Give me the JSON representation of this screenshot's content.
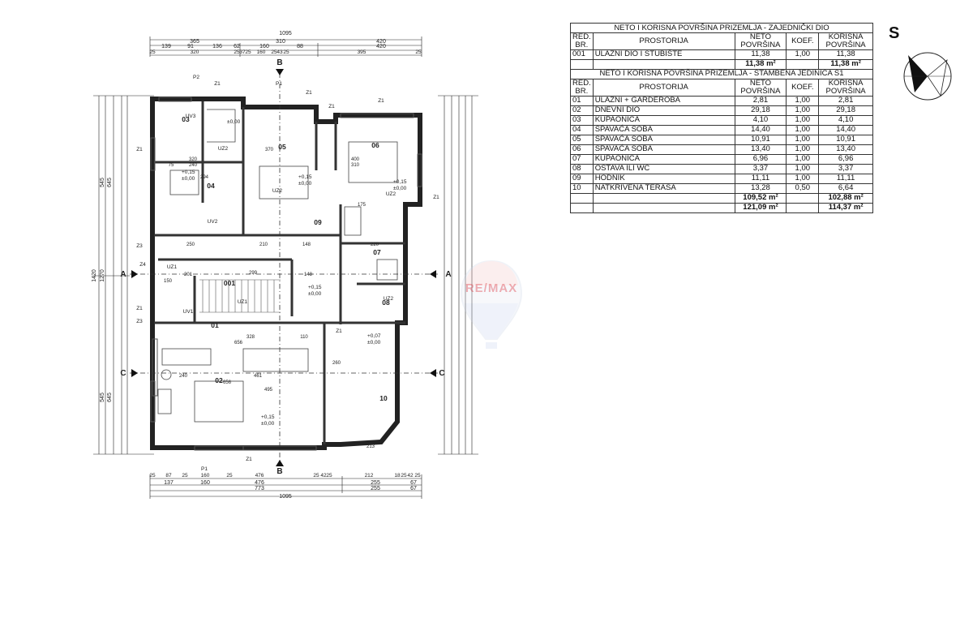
{
  "table": {
    "section1_title": "NETO I KORISNA POVRŠINA PRIZEMLJA - ZAJEDNIČKI DIO",
    "section2_title": "NETO I KORISNA POVRŠINA PRIZEMLJA - STAMBENA JEDINICA S1",
    "headers": {
      "red_br_1": "RED.",
      "red_br_2": "BR.",
      "prostorija": "PROSTORIJA",
      "neto_1": "NETO",
      "neto_2": "POVRŠINA",
      "koef": "KOEF.",
      "korisna_1": "KORISNA",
      "korisna_2": "POVRŠINA"
    },
    "common_rows": [
      {
        "no": "001",
        "room": "ULAZNI DIO I STUBIŠTE",
        "net": "11,38",
        "coef": "1,00",
        "usable": "11,38"
      }
    ],
    "common_total": {
      "net": "11,38 m²",
      "usable": "11,38 m²"
    },
    "unit_rows": [
      {
        "no": "01",
        "room": "ULAZNI + GARDEROBA",
        "net": "2,81",
        "coef": "1,00",
        "usable": "2,81"
      },
      {
        "no": "02",
        "room": "DNEVNI DIO",
        "net": "29,18",
        "coef": "1,00",
        "usable": "29,18"
      },
      {
        "no": "03",
        "room": "KUPAONICA",
        "net": "4,10",
        "coef": "1,00",
        "usable": "4,10"
      },
      {
        "no": "04",
        "room": "SPAVAĆA SOBA",
        "net": "14,40",
        "coef": "1,00",
        "usable": "14,40"
      },
      {
        "no": "05",
        "room": "SPAVAĆA SOBA",
        "net": "10,91",
        "coef": "1,00",
        "usable": "10,91"
      },
      {
        "no": "06",
        "room": "SPAVAĆA SOBA",
        "net": "13,40",
        "coef": "1,00",
        "usable": "13,40"
      },
      {
        "no": "07",
        "room": "KUPAONICA",
        "net": "6,96",
        "coef": "1,00",
        "usable": "6,96"
      },
      {
        "no": "08",
        "room": "OSTAVA ILI WC",
        "net": "3,37",
        "coef": "1,00",
        "usable": "3,37"
      },
      {
        "no": "09",
        "room": "HODNIK",
        "net": "11,11",
        "coef": "1,00",
        "usable": "11,11"
      },
      {
        "no": "10",
        "room": "NATKRIVENA TERASA",
        "net": "13,28",
        "coef": "0,50",
        "usable": "6,64"
      }
    ],
    "unit_total": {
      "net": "109,52 m²",
      "usable": "102,88 m²"
    },
    "grand_total": {
      "net": "121,09 m²",
      "usable": "114,37 m²"
    }
  },
  "compass_label": "S",
  "watermark": "RE/MAX",
  "plan": {
    "top_dims": {
      "overall": "1095",
      "row2": [
        "365",
        "310",
        "420"
      ],
      "row3": [
        "139",
        "91",
        "136",
        "62",
        "160",
        "88",
        "420"
      ],
      "row4": [
        "25",
        "320",
        "25",
        "37",
        "25",
        "160",
        "25",
        "43",
        "25",
        "395",
        "25"
      ]
    },
    "bottom_dims": {
      "row1": [
        "25",
        "87",
        "25",
        "160",
        "25",
        "476",
        "25",
        "42",
        "25",
        "212",
        "18",
        "25",
        "42",
        "25"
      ],
      "row2": [
        "137",
        "160",
        "476",
        "255",
        "67"
      ],
      "row3": [
        "773",
        "255",
        "67"
      ],
      "overall": "1095"
    },
    "left_dims": [
      "545",
      "645",
      "1420",
      "1270",
      "545",
      "645"
    ],
    "room_labels": [
      "03",
      "05",
      "06",
      "04",
      "09",
      "07",
      "001",
      "08",
      "01",
      "02",
      "10"
    ],
    "tags": [
      "Z1",
      "Z1",
      "Z1",
      "Z1",
      "Z1",
      "Z1",
      "Z1",
      "Z1",
      "Z1",
      "Z3",
      "Z3",
      "Z4",
      "UZ1",
      "UZ1",
      "UZ2",
      "UZ2",
      "UZ2",
      "UZ2",
      "UV1",
      "UV2",
      "UV3",
      "P1",
      "P1",
      "P2"
    ],
    "levels": [
      "±0,00",
      "+0,15",
      "±0,00",
      "+0,15",
      "±0,00",
      "+0,15",
      "±0,00",
      "+0,15",
      "±0,00",
      "+0,07",
      "±0,00",
      "+0,15",
      "±0,00"
    ],
    "section_marks": [
      "A",
      "A",
      "B",
      "B",
      "C",
      "C"
    ],
    "inner_dims": [
      "320",
      "240",
      "75",
      "294",
      "370",
      "400",
      "310",
      "250",
      "210",
      "148",
      "220",
      "201",
      "299",
      "148",
      "328",
      "110",
      "656",
      "240",
      "461",
      "656",
      "495",
      "260",
      "213",
      "175",
      "150"
    ]
  }
}
